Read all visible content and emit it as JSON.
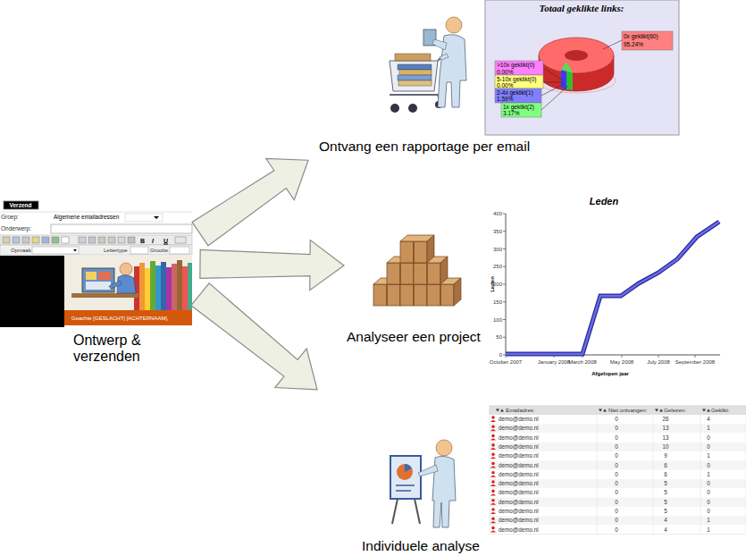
{
  "diagram": {
    "nodes": [
      {
        "text": [
          "Ontwerp & verzenden"
        ]
      },
      {
        "text": [
          "Ontvang een rapportage per email"
        ]
      },
      {
        "text": [
          "Analyseer een project"
        ]
      },
      {
        "text": [
          "Individuele analyse"
        ]
      }
    ],
    "edges": [
      {
        "from": 0,
        "to": 1,
        "arrow": "to"
      },
      {
        "from": 0,
        "to": 2,
        "arrow": "to"
      },
      {
        "from": 0,
        "to": 3,
        "arrow": "to"
      }
    ],
    "labels": [
      "Verzend",
      "Groep:",
      "Algemene emailadressen",
      "Onderwerp:",
      "B",
      "I",
      "U",
      "Opmaak",
      "Lettertype",
      "Grootte",
      "Geachte [GESLACHT] [ACHTERNAAM],",
      "Totaal geklikte links:",
      "0x geklikt(60)",
      "95.24%",
      ">10x geklikt(0)",
      "0.00%",
      "5-10x geklikt(0)",
      "0.00%",
      "2-4x geklikt(1)",
      "1.59%",
      "1x geklikt(2)",
      "3.17%",
      "Leden",
      "400",
      "350",
      "300",
      "250",
      "200",
      "150",
      "100",
      "50",
      "0",
      "October 2007",
      "January 2008",
      "March 2008",
      "May 2008",
      "July 2008",
      "September 2008",
      "Leden",
      "Afgelopen jaar",
      "Emailadres:",
      "Niet ontvangen:",
      "Gelezen:",
      "Geklikt:",
      "demo@demo.nl",
      "0",
      "26",
      "4",
      "demo@demo.nl",
      "0",
      "13",
      "1",
      "demo@demo.nl",
      "0",
      "13",
      "0",
      "demo@demo.nl",
      "0",
      "10",
      "0",
      "demo@demo.nl",
      "0",
      "9",
      "1",
      "demo@demo.nl",
      "0",
      "6",
      "0",
      "demo@demo.nl",
      "0",
      "6",
      "1",
      "demo@demo.nl",
      "0",
      "5",
      "0",
      "demo@demo.nl",
      "0",
      "5",
      "0",
      "demo@demo.nl",
      "0",
      "5",
      "0",
      "demo@demo.nl",
      "0",
      "5",
      "0",
      "demo@demo.nl",
      "0",
      "4",
      "1",
      "demo@demo.nl",
      "0",
      "4",
      "1"
    ]
  }
}
